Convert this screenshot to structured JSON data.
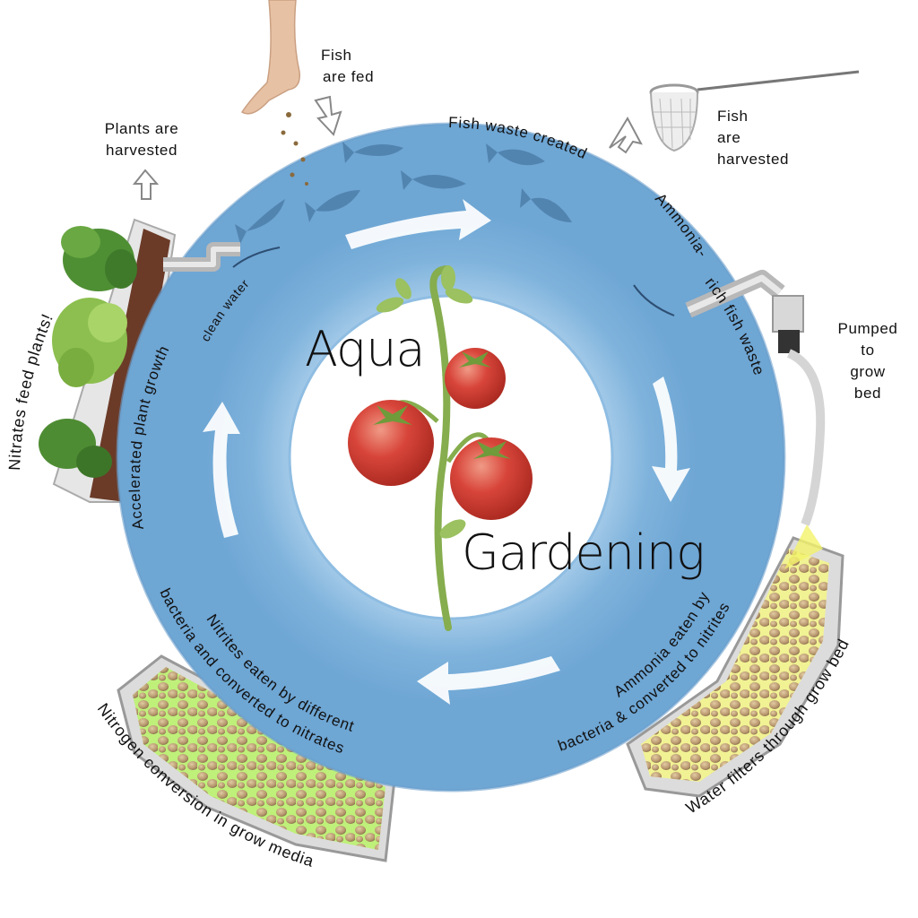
{
  "title": {
    "line1": "Aqua",
    "line2": "Gardening"
  },
  "labels": {
    "fish_fed": [
      "Fish",
      "are fed"
    ],
    "plants_harvested": [
      "Plants are",
      "harvested"
    ],
    "fish_harvested": [
      "Fish",
      "are",
      "harvested"
    ],
    "pumped": [
      "Pumped",
      "to",
      "grow",
      "bed"
    ]
  },
  "ring_labels": {
    "fish_waste": "Fish waste created",
    "ammonia_1": "Ammonia-",
    "ammonia_2": "rich fish waste",
    "ammonia_eaten_1": "Ammonia eaten by",
    "ammonia_eaten_2": "bacteria & converted to nitrites",
    "nitrites_1": "Nitrites eaten by different",
    "nitrites_2": "bacteria and converted to nitrates",
    "accelerated": "Accelerated plant growth",
    "clean_water": "clean water"
  },
  "outer_labels": {
    "nitrates_feed": "Nitrates feed plants!",
    "water_filters": "Water filters through grow bed",
    "nitrogen_conversion": "Nitrogen conversion in grow media"
  },
  "colors": {
    "ring_blue": "#7fb3dc",
    "ring_blue_dark": "#5e97c8",
    "fish": "#4d7fa9",
    "tomato": "#d8453a",
    "stem": "#86ad4e",
    "media": "#b3906a",
    "bed_green": "#bff07a",
    "bed_yellow": "#f1f294"
  },
  "icons": [
    "hand-icon",
    "food-pellets-icon",
    "fish-icon",
    "fish-net-icon",
    "pipe-icon",
    "hose-icon",
    "tomato-plant-icon",
    "up-arrow-icon",
    "down-arrow-icon",
    "circular-flow-arrow-icon"
  ]
}
